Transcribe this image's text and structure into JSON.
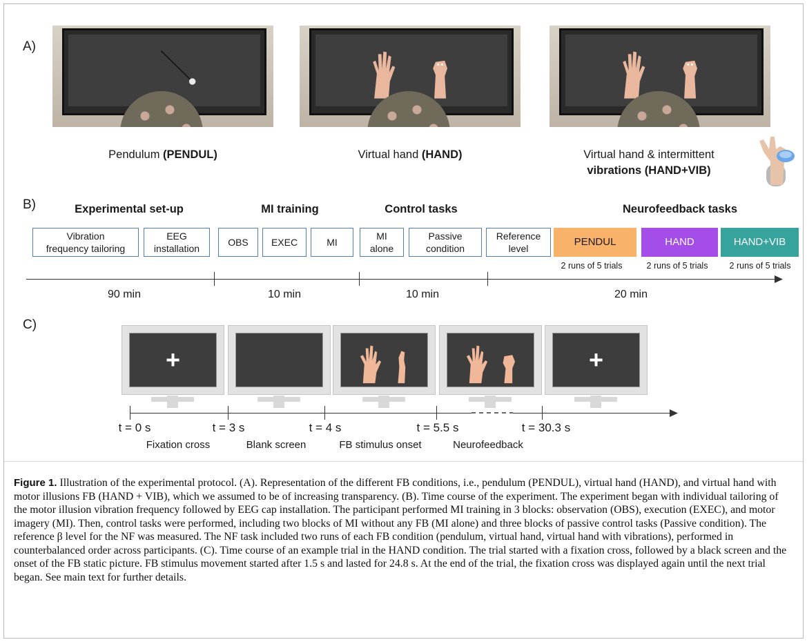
{
  "panel_a": {
    "label": "A)",
    "items": [
      {
        "caption_plain": "Pendulum ",
        "caption_bold": "(PENDUL)"
      },
      {
        "caption_plain": "Virtual hand ",
        "caption_bold": "(HAND)"
      },
      {
        "caption_line1": "Virtual hand & intermittent",
        "caption_line2_bold": "vibrations (HAND+VIB)"
      }
    ]
  },
  "panel_b": {
    "label": "B)",
    "sections": [
      {
        "title": "Experimental set-up",
        "duration": "90 min"
      },
      {
        "title": "MI training",
        "duration": "10 min"
      },
      {
        "title": "Control tasks",
        "duration": "10 min"
      },
      {
        "title": "Neurofeedback  tasks",
        "duration": "20 min"
      }
    ],
    "boxes": [
      {
        "l1": "Vibration",
        "l2": "frequency tailoring"
      },
      {
        "l1": "EEG",
        "l2": "installation"
      },
      {
        "l1": "OBS",
        "l2": ""
      },
      {
        "l1": "EXEC",
        "l2": ""
      },
      {
        "l1": "MI",
        "l2": ""
      },
      {
        "l1": "MI",
        "l2": "alone"
      },
      {
        "l1": "Passive",
        "l2": "condition"
      },
      {
        "l1": "Reference",
        "l2": "level"
      }
    ],
    "nf_boxes": [
      {
        "label": "PENDUL",
        "runs": "2 runs of 5 trials",
        "color": "#f8b26a"
      },
      {
        "label": "HAND",
        "runs": "2 runs of 5 trials",
        "color": "#a44de8"
      },
      {
        "label": "HAND+VIB",
        "runs": "2 runs of 5 trials",
        "color": "#36a49c"
      }
    ]
  },
  "panel_c": {
    "label": "C)",
    "times": [
      "t = 0 s",
      "t = 3 s",
      "t = 4 s",
      "t = 5.5 s",
      "t = 30.3 s"
    ],
    "events": [
      "Fixation cross",
      "Blank screen",
      "FB stimulus onset",
      "Neurofeedback"
    ],
    "cross_glyph": "+"
  },
  "caption": {
    "label": "Figure 1.",
    "text": " Illustration of the experimental protocol. (A). Representation of the different FB conditions, i.e., pendulum (PENDUL), virtual hand (HAND), and virtual hand with motor illusions FB (HAND + VIB), which we assumed to be of increasing transparency. (B). Time course of the experiment. The experiment began with individual tailoring of the motor illusion vibration frequency followed by EEG cap installation. The participant performed MI training in 3 blocks: observation (OBS), execution (EXEC), and motor imagery (MI). Then, control tasks were performed, including two blocks of MI without any FB (MI alone) and three blocks of passive control tasks (Passive condition). The reference β level for the NF was measured. The NF task included two runs of each FB condition (pendulum, virtual hand, virtual hand with vibrations), performed in counterbalanced order across participants. (C). Time course of an example trial in the HAND condition. The trial started with a fixation cross, followed by a black screen and the onset of the FB static picture. FB stimulus movement started after 1.5 s and lasted for 24.8 s. At the end of the trial, the fixation cross was displayed again until the next trial began. See main text for further details."
  }
}
